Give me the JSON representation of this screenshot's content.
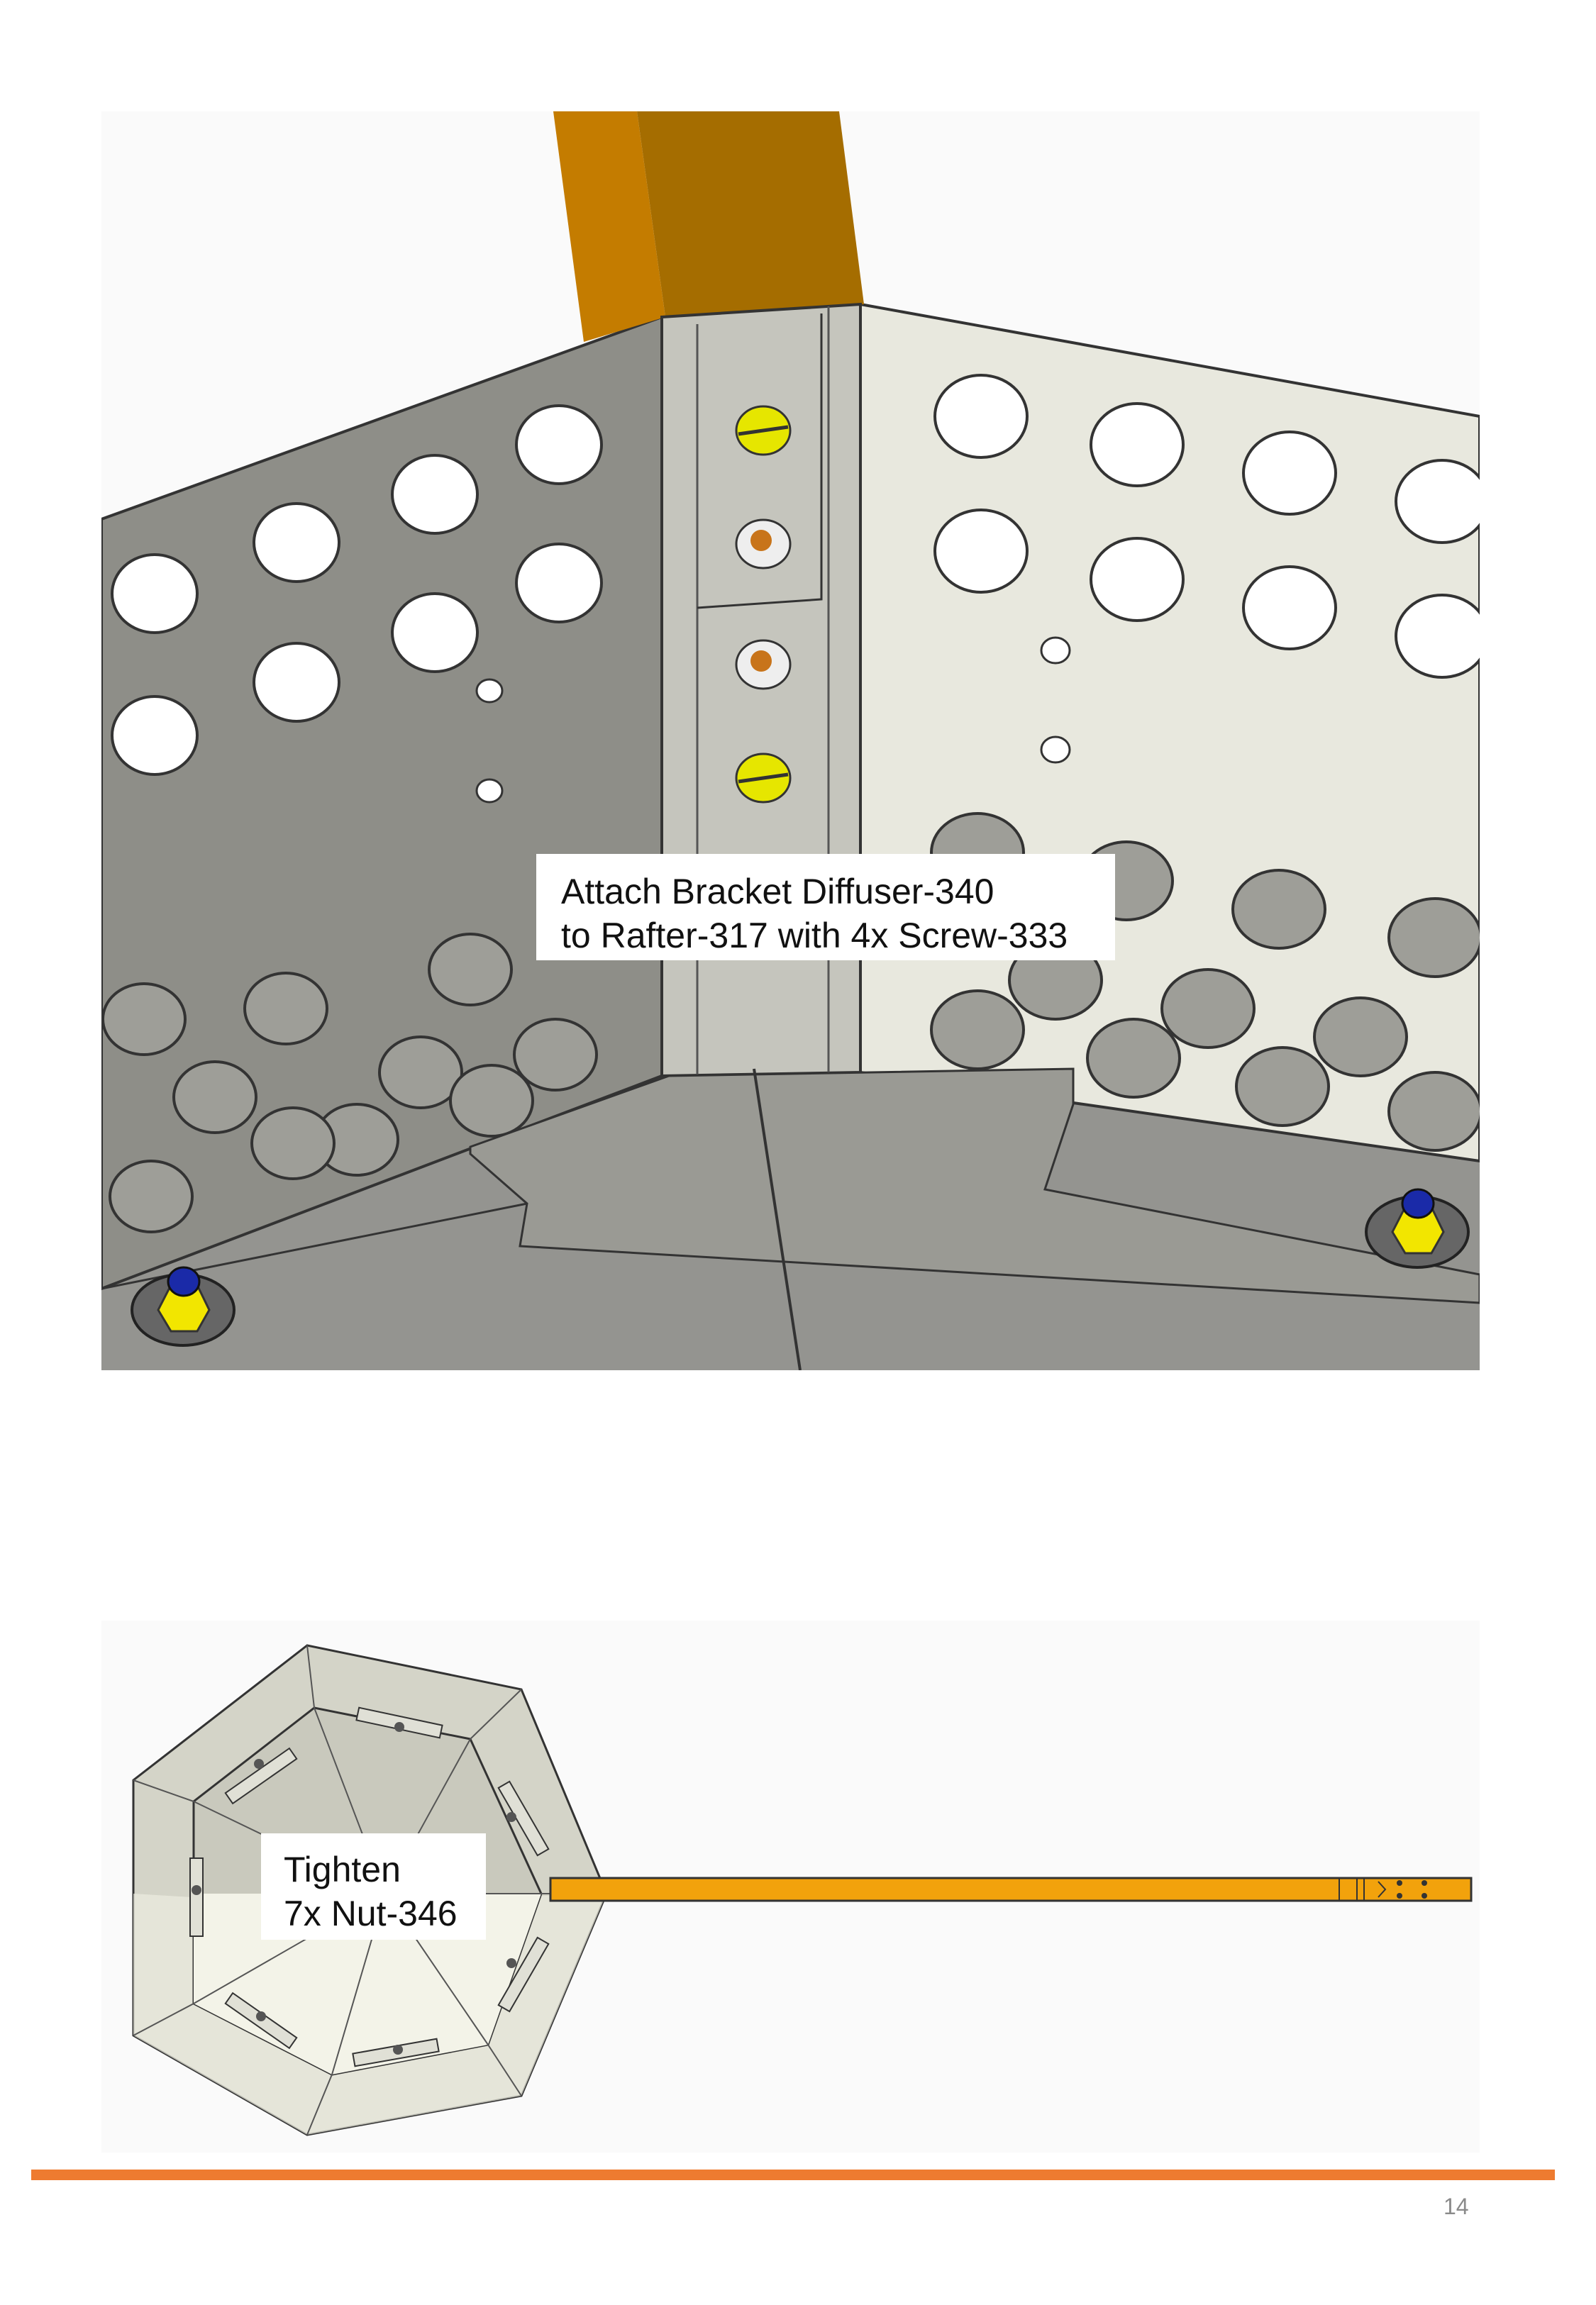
{
  "figure1": {
    "callout": {
      "line1": "Attach Bracket Diffuser-340",
      "line2": "to Rafter-317 with 4x Screw-333"
    }
  },
  "figure2": {
    "callout": {
      "line1": "Tighten",
      "line2": "7x Nut-346"
    }
  },
  "footer": {
    "page_number": "14",
    "rule_color": "#ee7b30"
  },
  "colors": {
    "rafter_orange": "#c47c00",
    "screw_yellow": "#e6e600",
    "nut_yellow": "#f2e600",
    "bolt_blue": "#1a2aa8",
    "panel_dark": "#8e8e88",
    "panel_light": "#e8e8de"
  }
}
